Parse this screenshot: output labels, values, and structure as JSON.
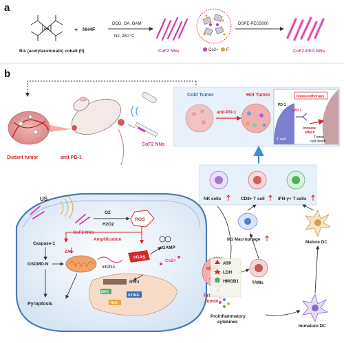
{
  "panel_a": {
    "letter": "a",
    "reagent_name": "Bis (acetylacetonato) cobalt (II)",
    "co_atom": "Co",
    "plus": "+",
    "nh4f": "NH4F",
    "conditions_top": "DOD, OA, OAM",
    "conditions_bottom": "N2, 280 °C",
    "product1": "CoF2 NNs",
    "legend_co": "Co2+",
    "legend_f": "F-",
    "peg_reagent": "DSPE-PEG5000",
    "product2": "CoF2-PEG NNs"
  },
  "panel_b": {
    "letter": "b",
    "distant_tumor": "Distant tumor",
    "anti_pd1_left": "anti-PD-1",
    "cof2_injection": "CoF2 NNs",
    "cold_tumor": "Cold Tumor",
    "hot_tumor": "Hot Tumor",
    "anti_pd1_arrow": "anti-PD-1",
    "immunotherapy": "Immunotherapy",
    "pd1": "PD-1",
    "apd1": "αPD-1",
    "immune_attack": "Immune attack",
    "t_cell": "T cell",
    "tumor_cell_death": "Tumor cell death",
    "nk_cells": "NK cells",
    "cd8_t": "CD8+ T cell",
    "ifn_t": "IFN-γ+ T cells",
    "m1": "M1 Macrophage",
    "mature_dc": "Mature DC",
    "tams": "TAMs",
    "immature_dc": "Immature DC",
    "us": "US",
    "o2": "O2",
    "h2o2": "H2O2",
    "ros": "ROS",
    "cof2_cell": "CoF2 NNs",
    "amplification": "Amplification",
    "caspase": "Caspase-1",
    "gsdmd": "GSDMD-N",
    "delta_psi": "ΔΨ",
    "mtdna": "mtDNA",
    "cgas": "cGAS",
    "cgamp": "cGAMP",
    "co2": "Co2+",
    "ifn_i": "IFN-I",
    "irf3": "IRF3",
    "sting": "STING",
    "tbk1": "TBK1",
    "pyroptosis": "Pyroptosis",
    "ros_tumor": "ROS",
    "primary_tumor": "Primary tumor",
    "atp": "ATP",
    "ldh": "LDH",
    "hmgb1": "HMGB1",
    "cytokines_1": "Proinflammatory",
    "cytokines_2": "cytokines"
  },
  "colors": {
    "pink": "#d63a9c",
    "red": "#d42a2a",
    "blue": "#2f6fb5",
    "panel_bg": "#e8f0f9",
    "arrow_blue": "#3a8fd0"
  }
}
